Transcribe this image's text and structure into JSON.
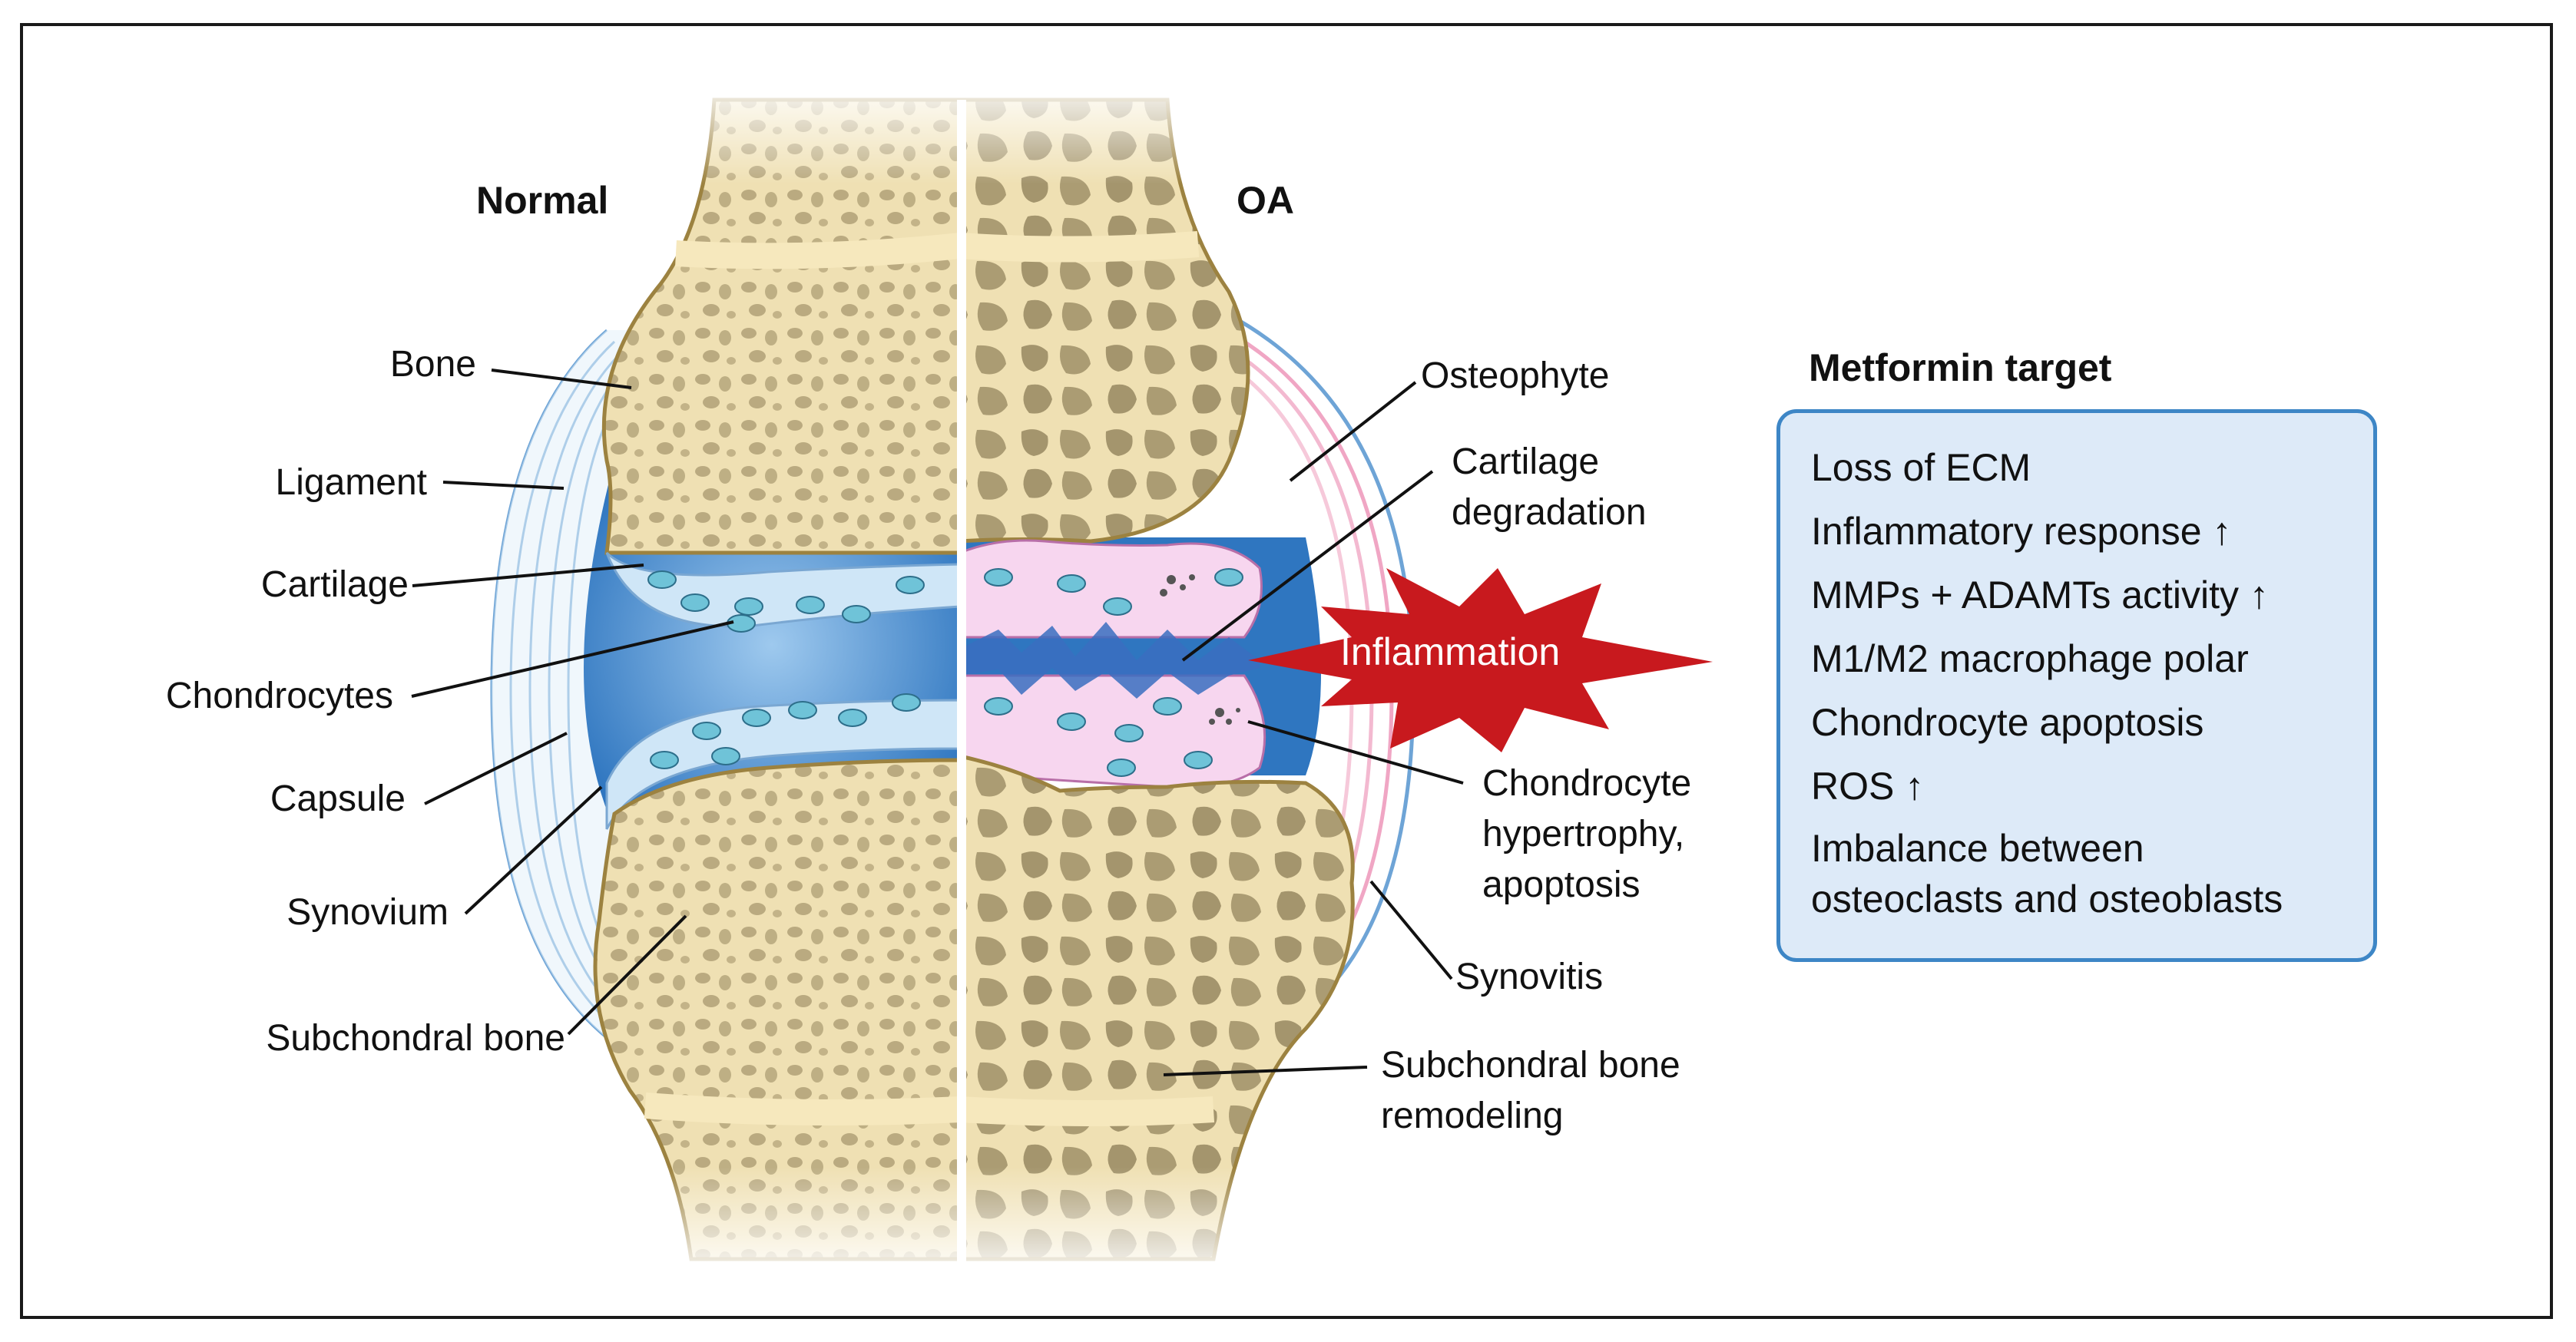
{
  "panels": {
    "normal": "Normal",
    "oa": "OA"
  },
  "left_labels": {
    "bone": "Bone",
    "ligament": "Ligament",
    "cartilage": "Cartilage",
    "chondrocytes": "Chondrocytes",
    "capsule": "Capsule",
    "synovium": "Synovium",
    "subchondral_bone": "Subchondral bone"
  },
  "right_labels": {
    "osteophyte": "Osteophyte",
    "cartilage_degradation": [
      "Cartilage",
      "degradation"
    ],
    "inflammation": "Inflammation",
    "chondrocyte_hypertrophy": [
      "Chondrocyte",
      "hypertrophy,",
      "apoptosis"
    ],
    "synovitis": "Synovitis",
    "subchondral_remodeling": [
      "Subchondral bone",
      "remodeling"
    ]
  },
  "metformin": {
    "title": "Metformin target",
    "items": [
      "Loss of ECM",
      "Inflammatory response ↑",
      "MMPs + ADAMTs activity ↑",
      "M1/M2 macrophage polar",
      "Chondrocyte apoptosis",
      "ROS ↑",
      "Imbalance between osteoclasts and osteoblasts"
    ]
  },
  "colors": {
    "bone_fill": "#f6e8bd",
    "bone_outline": "#9c8240",
    "cartilage": "#cfe6f7",
    "synovial_fluid": "#2f76c0",
    "oa_cartilage": "#f7d6ef",
    "inflammation": "#c8191e",
    "box_border": "#3d86c6",
    "box_fill": "#ddeaf8"
  }
}
